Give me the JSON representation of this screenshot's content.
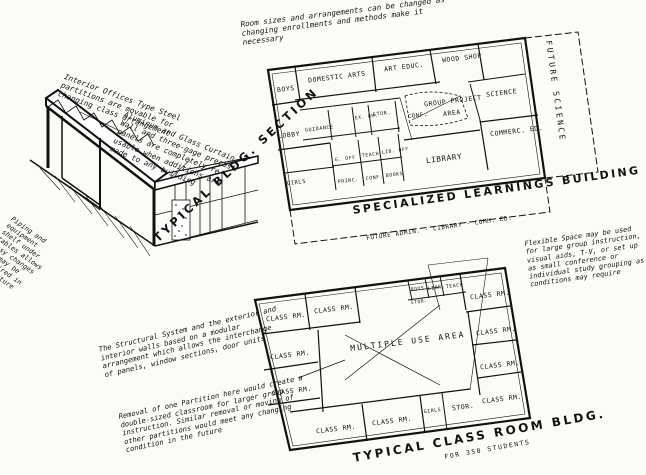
{
  "notes": {
    "room_sizes": "Room sizes and arrangements can be changed as changing enrollments and methods make it necessary",
    "interior_offices": "Interior Offices Type Steel partitions are movable for changing class arrangement",
    "curtain_wall": "Aluminum and Glass Curtain Wall and three-gage precast panels are completely re-usable when additions are made to any building",
    "piping": "Piping and equipment shelf under tables allows easy changes as may be required in the future",
    "structural_system": "The Structural System and the exterior and interior walls based on a modular arrangement which allows the interchange of panels, window sections, door units",
    "partition_removal": "Removal of one Partition here would create a double-sized classroom for larger group instruction. Similar removal or moving of other partitions would meet any changing condition in the future",
    "flexible_space": "Flexible Space may be used for large group instruction, visual aids, T-V, or set up as small conference or individual study grouping as conditions may require"
  },
  "titles": {
    "section": "TYPICAL BLDG. SECTION",
    "specialized": "SPECIALIZED LEARNINGS BUILDING",
    "future_admin": "FUTURE ADMIN. · LIBRARY · COMM. ED.",
    "future_science": "FUTURE SCIENCE",
    "classroom_bldg": "TYPICAL CLASS ROOM BLDG.",
    "for_students": "FOR 350 STUDENTS"
  },
  "specialized_rooms": {
    "domestic_arts": "DOMESTIC ARTS",
    "art_educ": "ART EDUC.",
    "wood_shop": "WOOD SHOP",
    "boys": "BOYS",
    "lobby": "LOBBY",
    "guidance": "GUIDANCE",
    "exrm": "EX. RM.",
    "stor": "STOR.",
    "conf": "CONF.",
    "group_project": "GROUP PROJECT",
    "area": "AREA",
    "science": "SCIENCE",
    "girls": "GIRLS",
    "gen_off": "G. OFF",
    "teach": "TEACH",
    "lib_off": "LIB. OFF",
    "princ": "PRINC.",
    "conf2": "CONF.",
    "books": "BOOKS",
    "library": "LIBRARY",
    "commerc_ed": "COMMERC. ED."
  },
  "classroom_rooms": {
    "class_rm": "CLASS RM.",
    "boys": "BOYS",
    "libr": "LIBR.",
    "teach": "TEACH",
    "stor": "STOR.",
    "multiple_use": "MULTIPLE USE AREA",
    "girls": "GIRLS"
  }
}
